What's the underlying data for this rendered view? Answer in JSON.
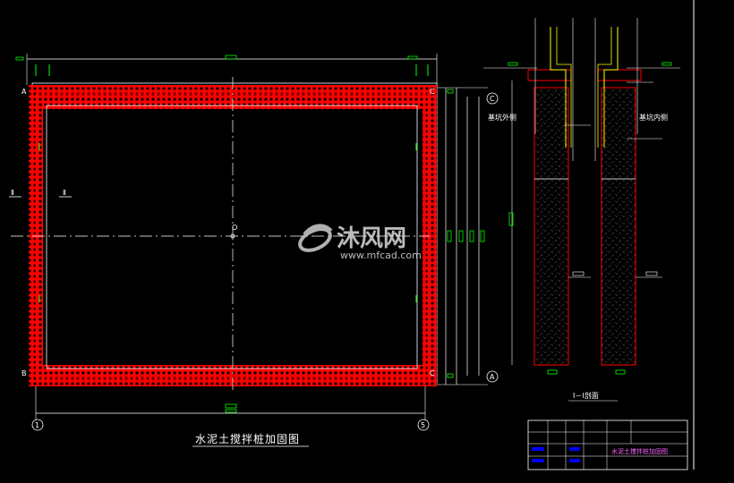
{
  "drawing": {
    "title": "水泥土搅拌桩加固图",
    "section_label": "I－I剖面",
    "center_mark": "O",
    "axis_rows": {
      "top": "A",
      "bottom": "B",
      "right_top": "C",
      "right_bottom": "C"
    },
    "axis_cols": {
      "left": "1",
      "right": "5"
    },
    "grid_bubbles": {
      "top": "C",
      "bottom": "A"
    },
    "section_marks": [
      "Ⅱ",
      "Ⅱ"
    ],
    "outer_note": "基坑外侧",
    "inner_note": "基坑内侧"
  },
  "title_block": {
    "drawing_name": "水泥土搅拌桩加固图"
  },
  "watermark": {
    "brand_cn": "沐风网",
    "url": "www.mfcad.com"
  },
  "colors": {
    "background": "#000000",
    "pile_red": "#ff0000",
    "line_white": "#ffffff",
    "dim_green": "#00ff00",
    "wall_yellow": "#ffff00",
    "title_block_blue": "#0000ff",
    "title_text_magenta": "#ff66ff"
  }
}
